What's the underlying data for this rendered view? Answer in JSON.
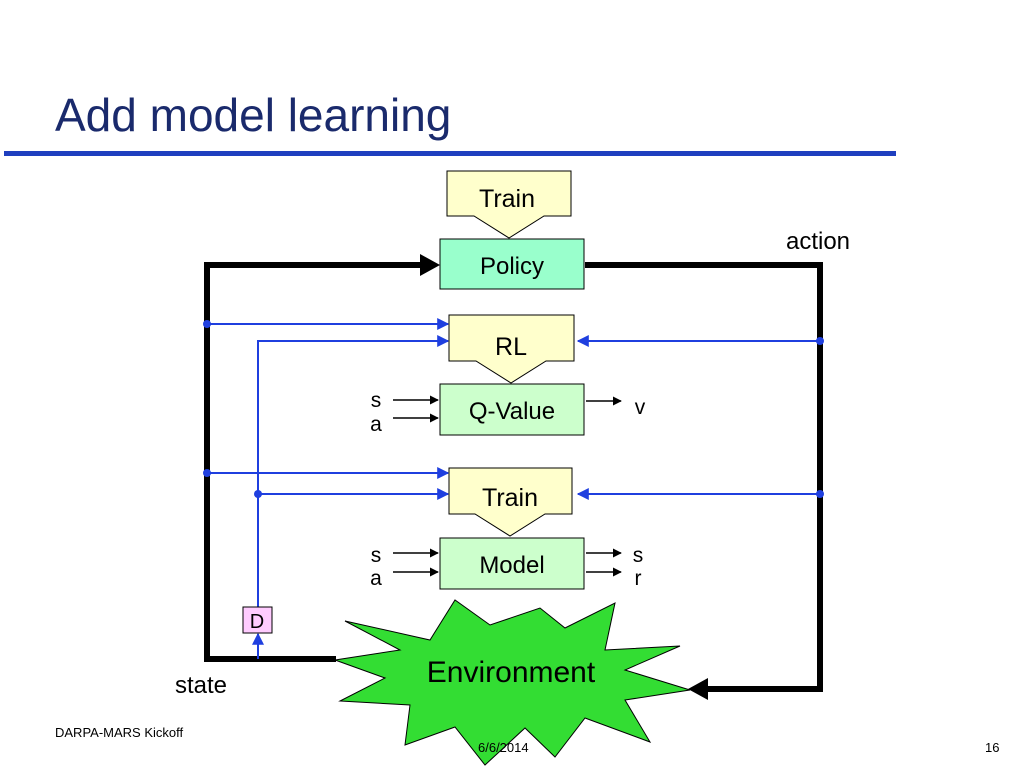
{
  "slide": {
    "title": "Add model learning"
  },
  "diagram": {
    "boxes": {
      "train_policy": "Train",
      "policy": "Policy",
      "rl": "RL",
      "q_value": "Q-Value",
      "train_model": "Train",
      "model": "Model",
      "delay": "D",
      "environment": "Environment"
    },
    "labels": {
      "action": "action",
      "state": "state",
      "q_in_s": "s",
      "q_in_a": "a",
      "q_out_v": "v",
      "model_in_s": "s",
      "model_in_a": "a",
      "model_out_s": "s",
      "model_out_r": "r"
    },
    "colors": {
      "train_fill": "#ffffcc",
      "value_fill": "#ccffcc",
      "policy_fill": "#99ffcc",
      "delay_fill": "#ffccff",
      "environment_fill": "#33dd33",
      "blue_line": "#1f3fdf",
      "main_loop": "#000000"
    }
  },
  "footer": {
    "left": "DARPA-MARS Kickoff",
    "center": "6/6/2014",
    "right": "16"
  }
}
